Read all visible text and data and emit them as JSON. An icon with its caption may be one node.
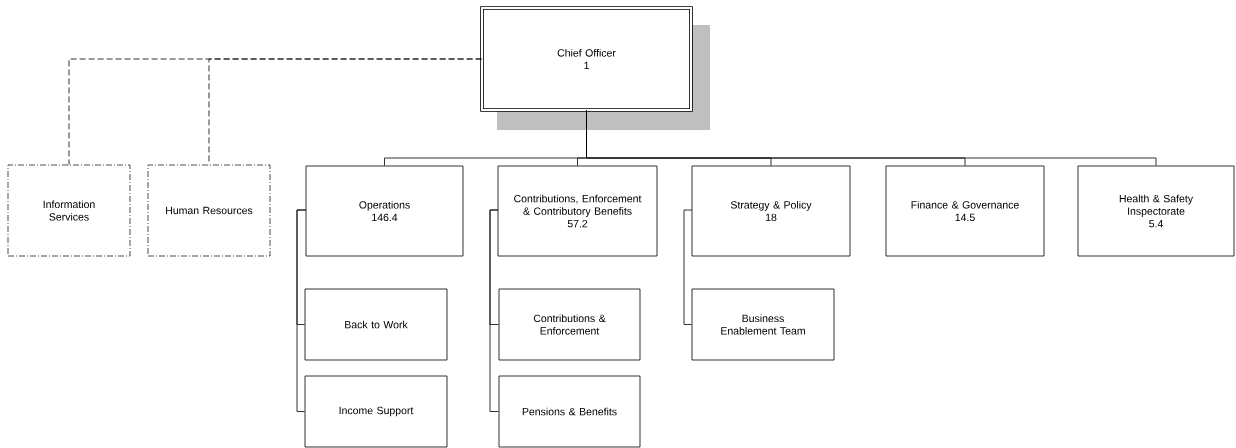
{
  "diagram": {
    "nodes": [
      {
        "text": [
          "Chief Officer",
          "1"
        ]
      },
      {
        "text": [
          "Information Services"
        ]
      },
      {
        "text": [
          "Human Resources"
        ]
      },
      {
        "text": [
          "Operations",
          "146.4"
        ]
      },
      {
        "text": [
          "Contributions, Enforcement & Contributory Benefits",
          "57.2"
        ]
      },
      {
        "text": [
          "Strategy & Policy",
          "18"
        ]
      },
      {
        "text": [
          "Finance & Governance",
          "14.5"
        ]
      },
      {
        "text": [
          "Health & Safety Inspectorate",
          "5.4"
        ]
      },
      {
        "text": [
          "Back to Work"
        ]
      },
      {
        "text": [
          "Income Support"
        ]
      },
      {
        "text": [
          "Contributions & Enforcement"
        ]
      },
      {
        "text": [
          "Pensions & Benefits"
        ]
      },
      {
        "text": [
          "Business Enablement Team"
        ]
      }
    ],
    "edges": [
      {
        "from": 0,
        "to": 1,
        "arrow": "none",
        "style": "dashed"
      },
      {
        "from": 0,
        "to": 2,
        "arrow": "none",
        "style": "dashed"
      },
      {
        "from": 0,
        "to": 3,
        "arrow": "none"
      },
      {
        "from": 0,
        "to": 4,
        "arrow": "none"
      },
      {
        "from": 0,
        "to": 5,
        "arrow": "none"
      },
      {
        "from": 0,
        "to": 6,
        "arrow": "none"
      },
      {
        "from": 0,
        "to": 7,
        "arrow": "none"
      },
      {
        "from": 3,
        "to": 8,
        "arrow": "none"
      },
      {
        "from": 3,
        "to": 9,
        "arrow": "none"
      },
      {
        "from": 4,
        "to": 10,
        "arrow": "none"
      },
      {
        "from": 4,
        "to": 11,
        "arrow": "none"
      },
      {
        "from": 5,
        "to": 12,
        "arrow": "none"
      }
    ]
  }
}
